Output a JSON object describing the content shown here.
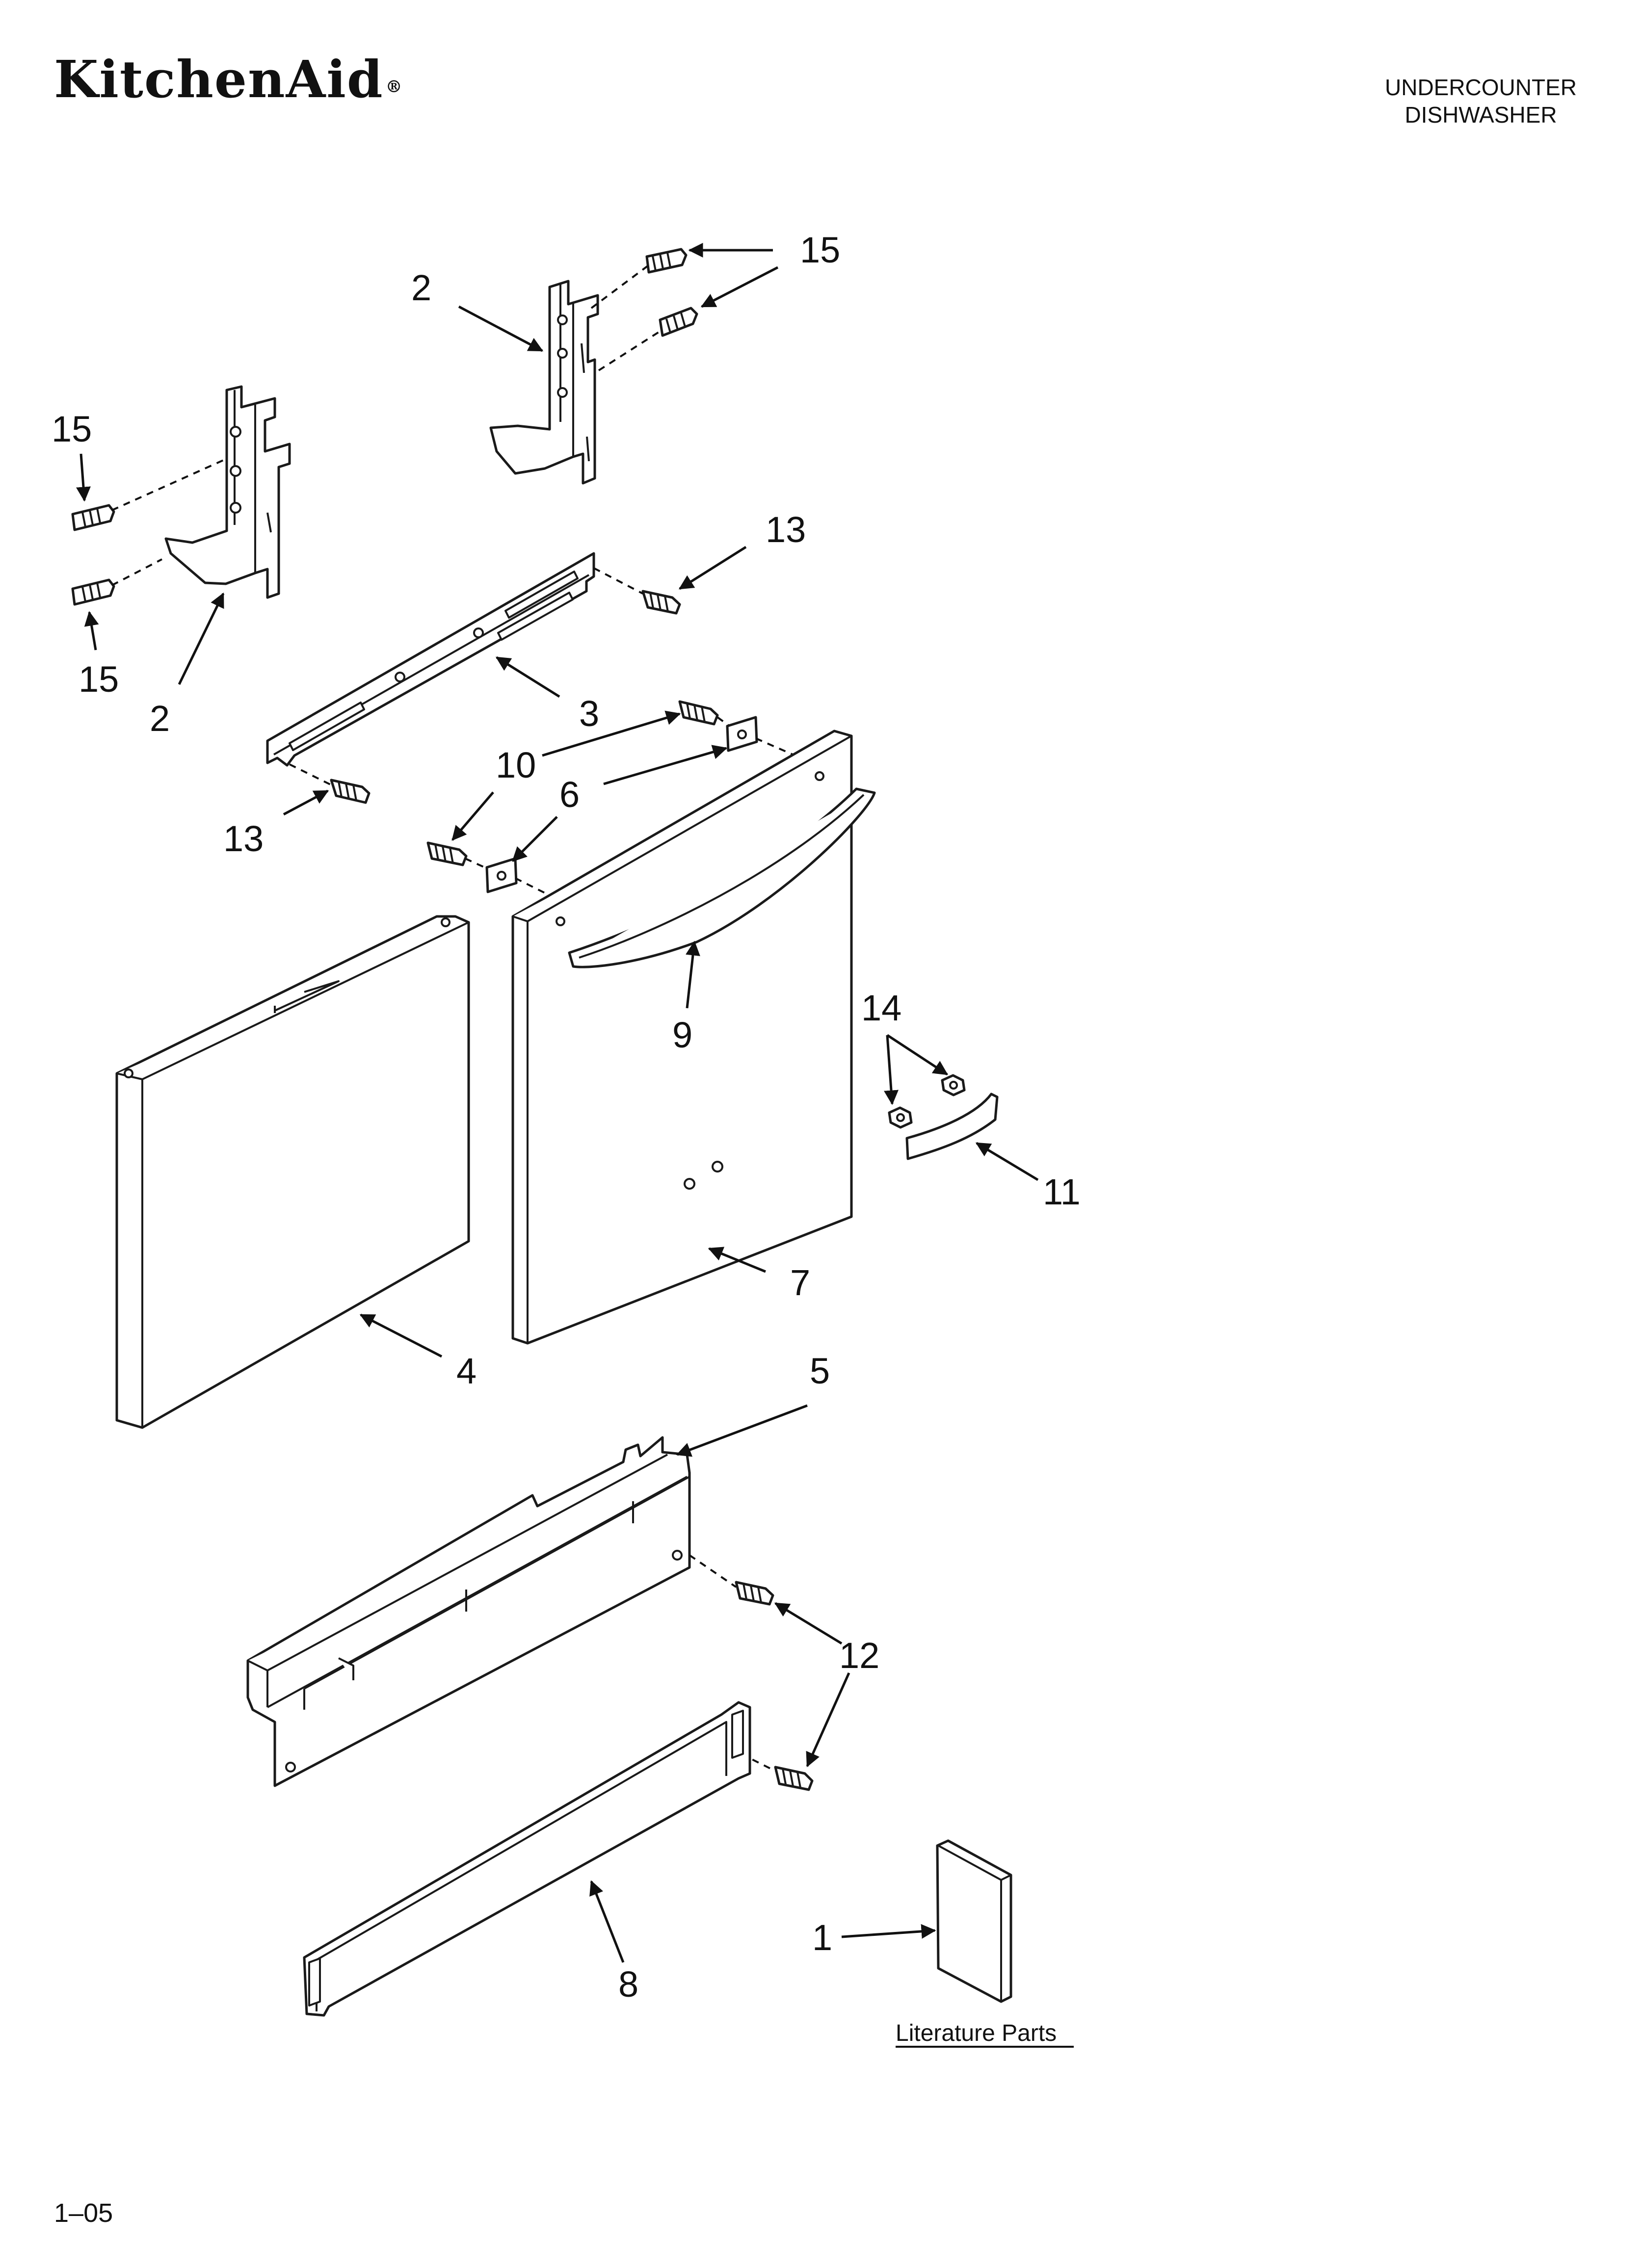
{
  "header": {
    "brand": "KitchenAid",
    "brand_mark": "®",
    "product_line1": "UNDERCOUNTER",
    "product_line2": "DISHWASHER"
  },
  "callouts": {
    "c1": "1",
    "c2a": "2",
    "c2b": "2",
    "c3": "3",
    "c4": "4",
    "c5": "5",
    "c6": "6",
    "c7": "7",
    "c8": "8",
    "c9": "9",
    "c10": "10",
    "c11": "11",
    "c12": "12",
    "c13a": "13",
    "c13b": "13",
    "c14": "14",
    "c15a": "15",
    "c15b": "15",
    "c15c": "15"
  },
  "literature_label": "Literature Parts",
  "footer": {
    "code": "1–05"
  }
}
